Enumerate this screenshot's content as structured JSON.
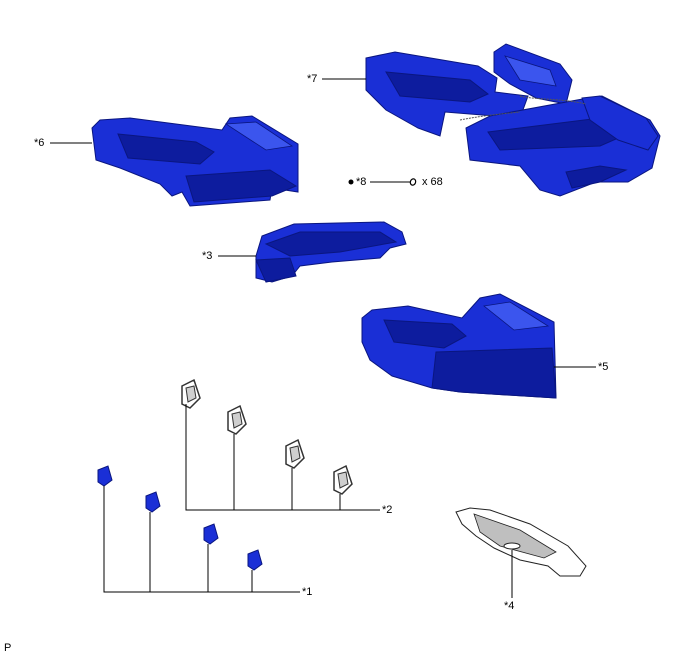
{
  "callouts": {
    "c1": "*1",
    "c2": "*2",
    "c3": "*3",
    "c4": "*4",
    "c5": "*5",
    "c6": "*6",
    "c7": "*7",
    "c8": "*8",
    "qty": "x 68",
    "corner": "P"
  },
  "colors": {
    "part": "#1a2fd6",
    "part_dark": "#0d1c9e",
    "line": "#000000",
    "background": "#ffffff"
  }
}
